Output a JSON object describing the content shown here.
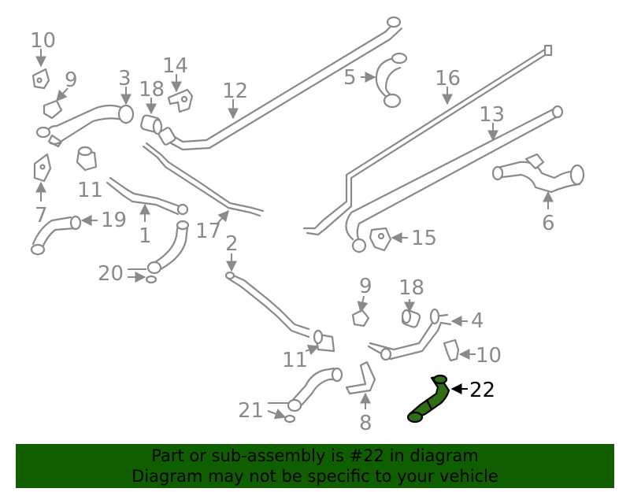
{
  "callouts": {
    "c10a": "10",
    "c9a": "9",
    "c3": "3",
    "c18a": "18",
    "c14": "14",
    "c12": "12",
    "c5": "5",
    "c16": "16",
    "c13": "13",
    "c11a": "11",
    "c7": "7",
    "c19": "19",
    "c1": "1",
    "c17": "17",
    "c6": "6",
    "c15": "15",
    "c20": "20",
    "c2": "2",
    "c9b": "9",
    "c18b": "18",
    "c4": "4",
    "c10b": "10",
    "c11b": "11",
    "c8": "8",
    "c21": "21",
    "c22": "22"
  },
  "colors": {
    "highlight": "#2e6e15",
    "banner": "#0f5e00",
    "part_stroke": "#8a8a8a"
  },
  "banner": {
    "line1": "Part or sub-assembly is #22 in diagram",
    "line2": "Diagram may not be specific to your vehicle"
  }
}
